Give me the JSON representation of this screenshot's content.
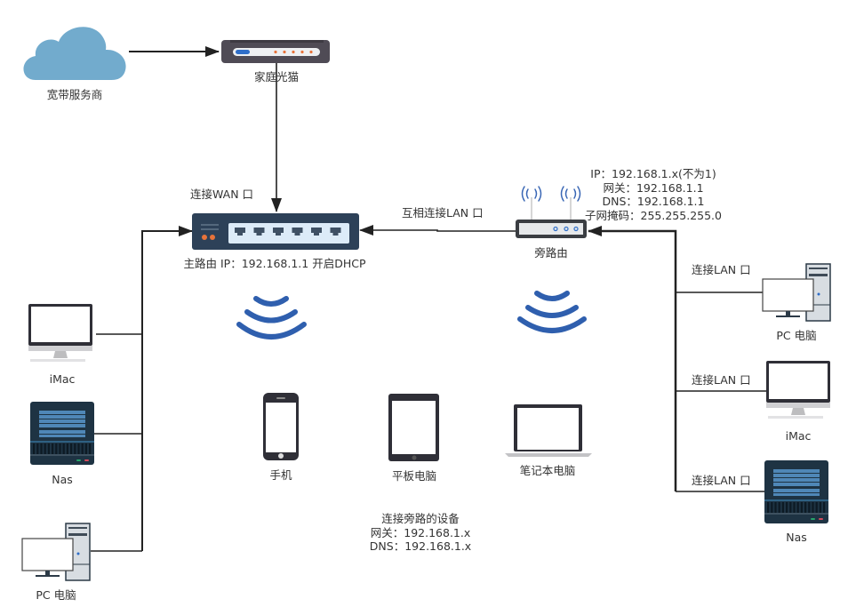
{
  "diagram": {
    "title": "",
    "nodes": {
      "isp": {
        "label": "宽带服务商",
        "icon": "cloud-icon"
      },
      "modem": {
        "label": "家庭光猫",
        "icon": "modem-icon"
      },
      "main_router": {
        "label": "主路由 IP：192.168.1.1 开启DHCP",
        "icon": "switch-router-icon"
      },
      "side_router": {
        "label": "旁路由",
        "icon": "wifi-router-icon"
      },
      "left_imac": {
        "label": "iMac",
        "icon": "imac-icon"
      },
      "left_nas": {
        "label": "Nas",
        "icon": "nas-icon"
      },
      "left_pc": {
        "label": "PC 电脑",
        "icon": "desktop-pc-icon"
      },
      "right_pc": {
        "label": "PC 电脑",
        "icon": "desktop-pc-icon"
      },
      "right_imac": {
        "label": "iMac",
        "icon": "imac-icon"
      },
      "right_nas": {
        "label": "Nas",
        "icon": "nas-icon"
      },
      "phone": {
        "label": "手机",
        "icon": "phone-icon"
      },
      "tablet": {
        "label": "平板电脑",
        "icon": "tablet-icon"
      },
      "laptop": {
        "label": "笔记本电脑",
        "icon": "laptop-icon"
      }
    },
    "edge_labels": {
      "wan": "连接WAN 口",
      "mutual_lan": "互相连接LAN 口",
      "lan_right_pc": "连接LAN 口",
      "lan_right_imac": "连接LAN 口",
      "lan_right_nas": "连接LAN 口"
    },
    "side_router_config": "IP：192.168.1.x(不为1)\n网关：192.168.1.1\nDNS：192.168.1.1\n子网掩码：255.255.255.0",
    "wireless_client_config": "连接旁路的设备\n网关：192.168.1.x\nDNS：192.168.1.x",
    "colors": {
      "cloud": "#72abcd",
      "modem_body": "#4f4b55",
      "router_body": "#2d4158",
      "wifi": "#2f5fae",
      "nas_body": "#1e3343",
      "line": "#333333",
      "port_orange": "#e8733a"
    }
  }
}
